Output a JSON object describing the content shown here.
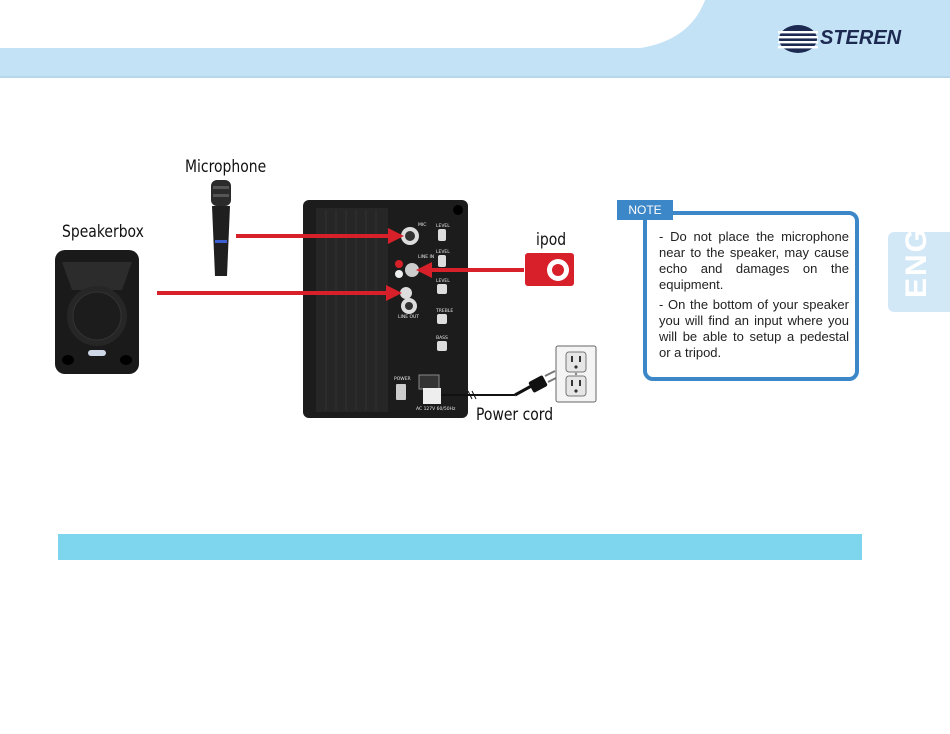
{
  "brand": {
    "name": "STEREN"
  },
  "language_tab": {
    "label": "ENG"
  },
  "diagram": {
    "labels": {
      "microphone": "Microphone",
      "speakerbox": "Speakerbox",
      "ipod": "ipod",
      "power_cord": "Power cord"
    },
    "panel_text": {
      "mic": "MIC",
      "level_1": "LEVEL",
      "level_2": "LEVEL",
      "level_3": "LEVEL",
      "line_in": "LINE IN",
      "line_out": "LINE OUT",
      "treble": "TREBLE",
      "bass": "BASS",
      "power": "POWER",
      "ac_input": "AC 127V 60/50Hz"
    }
  },
  "note": {
    "tag": "NOTE",
    "paragraph_1": "- Do not place the microphone near to the speaker, may cause echo and damages on the equipment.",
    "paragraph_2": "- On the bottom of your speaker you will find an input where you will be able to setup a pedestal or a tripod."
  },
  "colors": {
    "header_band": "#c4e2f5",
    "footer_bar": "#7ed6ee",
    "note_border": "#3c87c8",
    "cable_red": "#d8202a",
    "logo_navy": "#1c2a52"
  }
}
